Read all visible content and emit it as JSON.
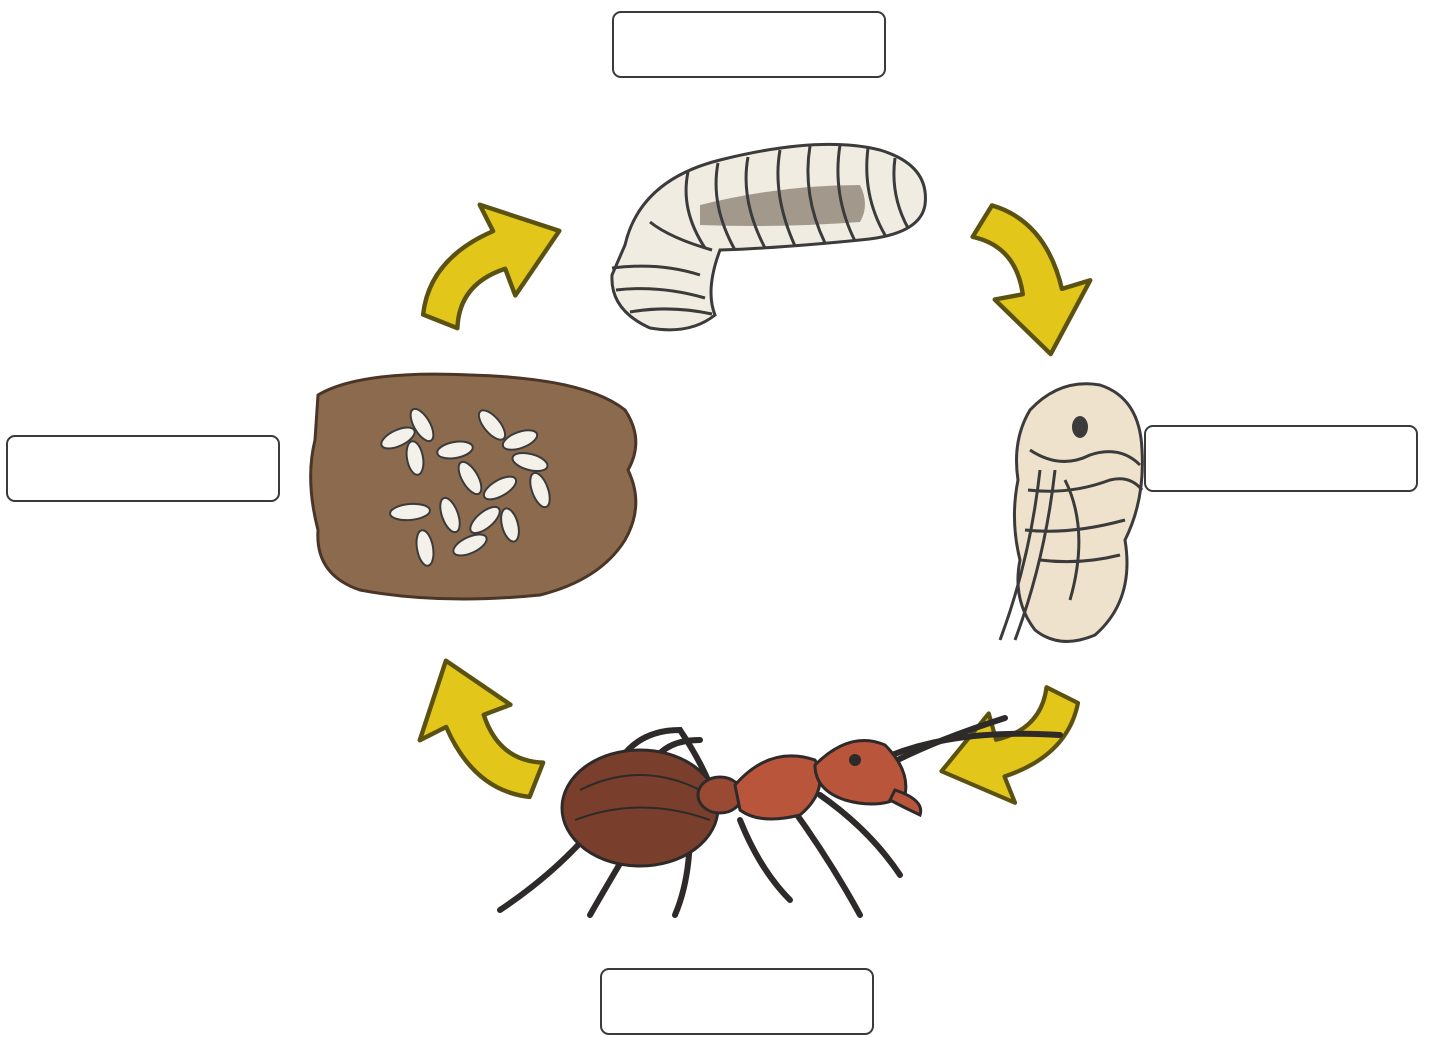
{
  "diagram": {
    "stages": [
      {
        "name": "eggs",
        "icon": "eggs-in-soil-icon",
        "label": ""
      },
      {
        "name": "larva",
        "icon": "larva-icon",
        "label": ""
      },
      {
        "name": "pupa",
        "icon": "pupa-icon",
        "label": ""
      },
      {
        "name": "adult",
        "icon": "adult-ant-icon",
        "label": ""
      }
    ],
    "arrows": [
      {
        "from": "eggs",
        "to": "larva"
      },
      {
        "from": "larva",
        "to": "pupa"
      },
      {
        "from": "pupa",
        "to": "adult"
      },
      {
        "from": "adult",
        "to": "eggs"
      }
    ],
    "colors": {
      "arrow": "#e2c61a",
      "arrow_outline": "#5b5210",
      "soil": "#8b6a4d",
      "larva": "#f1ece1",
      "pupa": "#eee2cc",
      "ant_body": "#7a3f2c",
      "ant_highlight": "#b8553a"
    }
  }
}
